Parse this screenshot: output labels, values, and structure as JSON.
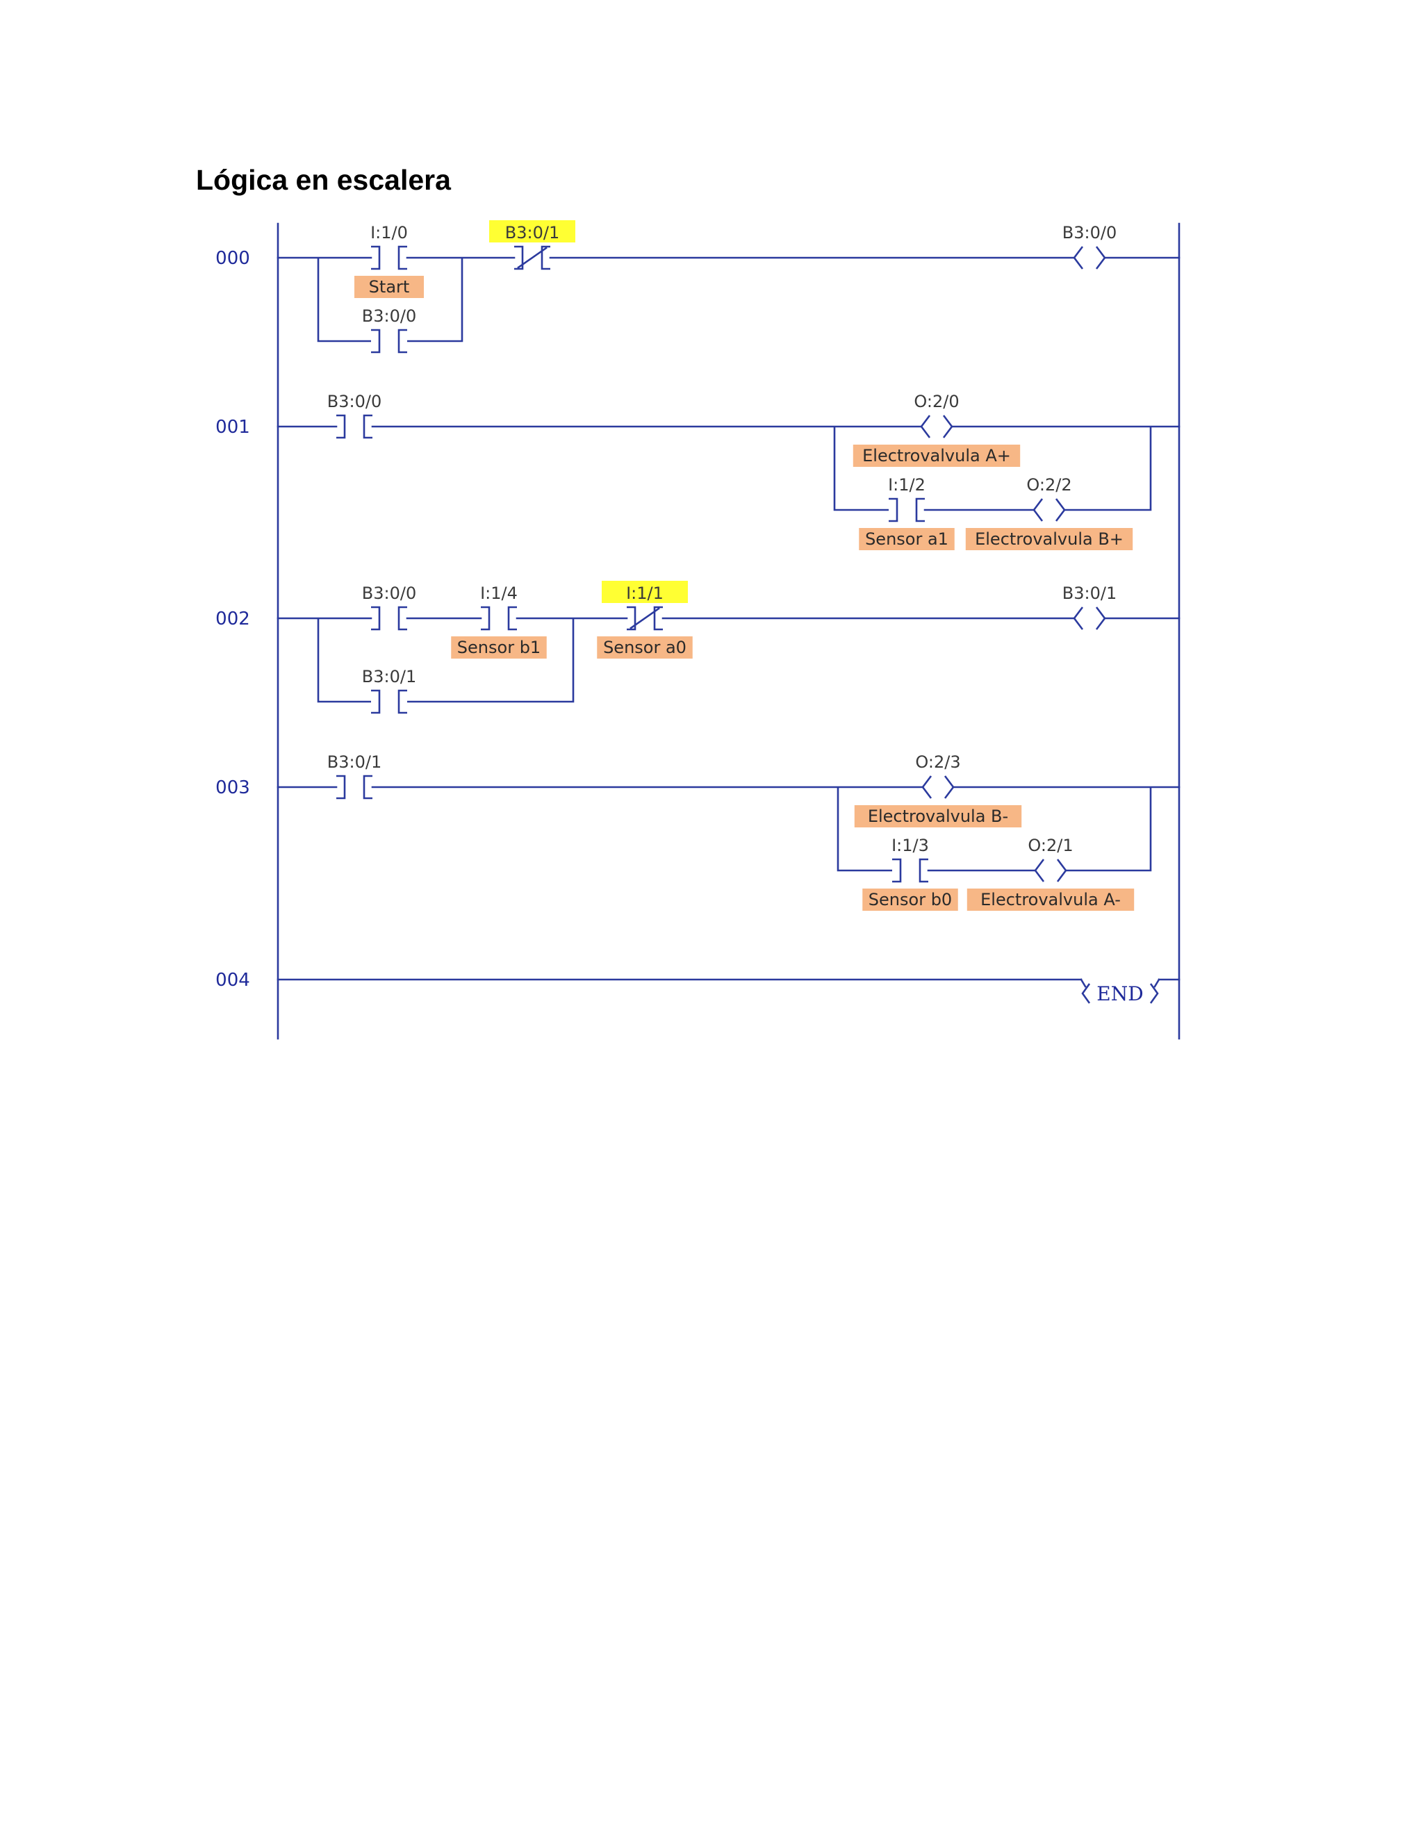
{
  "title": "Lógica en escalera",
  "colors": {
    "wire": "#2b3a9e",
    "rung_number": "#1f2a9a",
    "tag_fill": "#f7b786",
    "highlight_fill": "#ffff33",
    "text": "#2a2a2a"
  },
  "rungs": [
    {
      "number": "000"
    },
    {
      "number": "001"
    },
    {
      "number": "002"
    },
    {
      "number": "003"
    },
    {
      "number": "004"
    }
  ],
  "elements": {
    "r0_start_contact": {
      "address": "I:1/0",
      "tag": "Start",
      "type": "XIC"
    },
    "r0_seal_contact": {
      "address": "B3:0/0",
      "type": "XIC"
    },
    "r0_nc_contact": {
      "address": "B3:0/1",
      "type": "XIO",
      "highlighted": true
    },
    "r0_coil": {
      "address": "B3:0/0",
      "type": "OTE"
    },
    "r1_contact": {
      "address": "B3:0/0",
      "type": "XIC"
    },
    "r1_coil_a": {
      "address": "O:2/0",
      "tag": "Electrovalvula A+",
      "type": "OTE"
    },
    "r1_sensor_contact": {
      "address": "I:1/2",
      "tag": "Sensor a1",
      "type": "XIC"
    },
    "r1_coil_b": {
      "address": "O:2/2",
      "tag": "Electrovalvula B+",
      "type": "OTE"
    },
    "r2_contact": {
      "address": "B3:0/0",
      "type": "XIC"
    },
    "r2_sensor_b1": {
      "address": "I:1/4",
      "tag": "Sensor b1",
      "type": "XIC"
    },
    "r2_seal_contact": {
      "address": "B3:0/1",
      "type": "XIC"
    },
    "r2_nc_contact": {
      "address": "I:1/1",
      "tag": "Sensor a0",
      "type": "XIO",
      "highlighted": true
    },
    "r2_coil": {
      "address": "B3:0/1",
      "type": "OTE"
    },
    "r3_contact": {
      "address": "B3:0/1",
      "type": "XIC"
    },
    "r3_coil_b": {
      "address": "O:2/3",
      "tag": "Electrovalvula B-",
      "type": "OTE"
    },
    "r3_sensor_contact": {
      "address": "I:1/3",
      "tag": "Sensor b0",
      "type": "XIC"
    },
    "r3_coil_a": {
      "address": "O:2/1",
      "tag": "Electrovalvula A-",
      "type": "OTE"
    },
    "r4_end": {
      "label": "END"
    }
  }
}
